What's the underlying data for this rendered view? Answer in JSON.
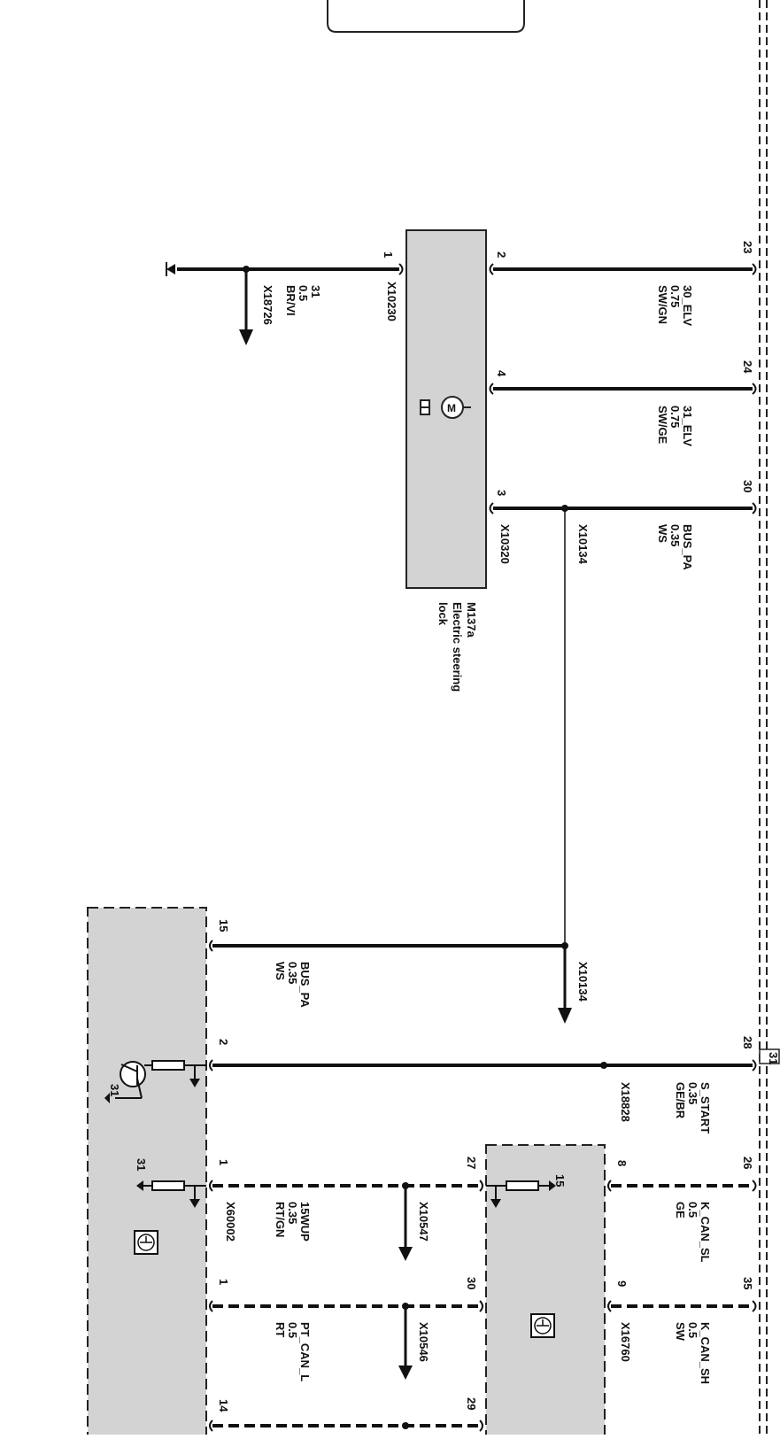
{
  "diagram": {
    "main_module": {
      "pins": {
        "p23": "23",
        "p24": "24",
        "p30": "30",
        "p28": "28",
        "p26": "26",
        "p35": "35",
        "tag": "31"
      }
    },
    "steering_lock": {
      "code": "M137a",
      "name_line1": "Electric steering",
      "name_line2": "lock",
      "pins": {
        "p1": "1",
        "p2": "2",
        "p4": "4",
        "p3": "3"
      },
      "connector_gnd": "X10230",
      "connector_bus": "X10320"
    },
    "wires": {
      "elv30": {
        "signal": "30_ELV",
        "gauge": "0.75",
        "color": "SW/GN"
      },
      "elv31": {
        "signal": "31_ELV",
        "gauge": "0.75",
        "color": "SW/GE"
      },
      "bus_pa": {
        "signal": "BUS_PA",
        "gauge": "0.35",
        "color": "WS"
      },
      "ground": {
        "signal": "31",
        "gauge": "0.5",
        "color": "BR/VI",
        "connector": "X18726"
      },
      "bus_pa2": {
        "signal": "BUS_PA",
        "gauge": "0.35",
        "color": "WS"
      },
      "s_start": {
        "signal": "S_START",
        "gauge": "0.35",
        "color": "GE/BR",
        "connector": "X18828"
      },
      "k_can_sl": {
        "signal": "K_CAN_SL",
        "gauge": "0.5",
        "color": "GE"
      },
      "k_can_sh": {
        "signal": "K_CAN_SH",
        "gauge": "0.5",
        "color": "SW",
        "connector": "X16760"
      },
      "wup15": {
        "signal": "15WUP",
        "gauge": "0.35",
        "color": "RT/GN",
        "connector": "X60002"
      },
      "pt_can_l": {
        "signal": "PT_CAN_L",
        "gauge": "0.5",
        "color": "RT"
      }
    },
    "splices": {
      "bus_upper": "X10134",
      "bus_lower": "X10134",
      "wup": "X10547",
      "ptcan": "X10546"
    },
    "left_module": {
      "pins": {
        "p15": "15",
        "p2": "2",
        "p1": "1",
        "p1b": "1",
        "p14": "14"
      },
      "gnd_label": "31",
      "gnd_label2": "31"
    },
    "gateway": {
      "pins": {
        "p8": "8",
        "p9": "9",
        "p27": "27",
        "p30": "30",
        "p29": "29"
      },
      "supply": "15"
    }
  }
}
